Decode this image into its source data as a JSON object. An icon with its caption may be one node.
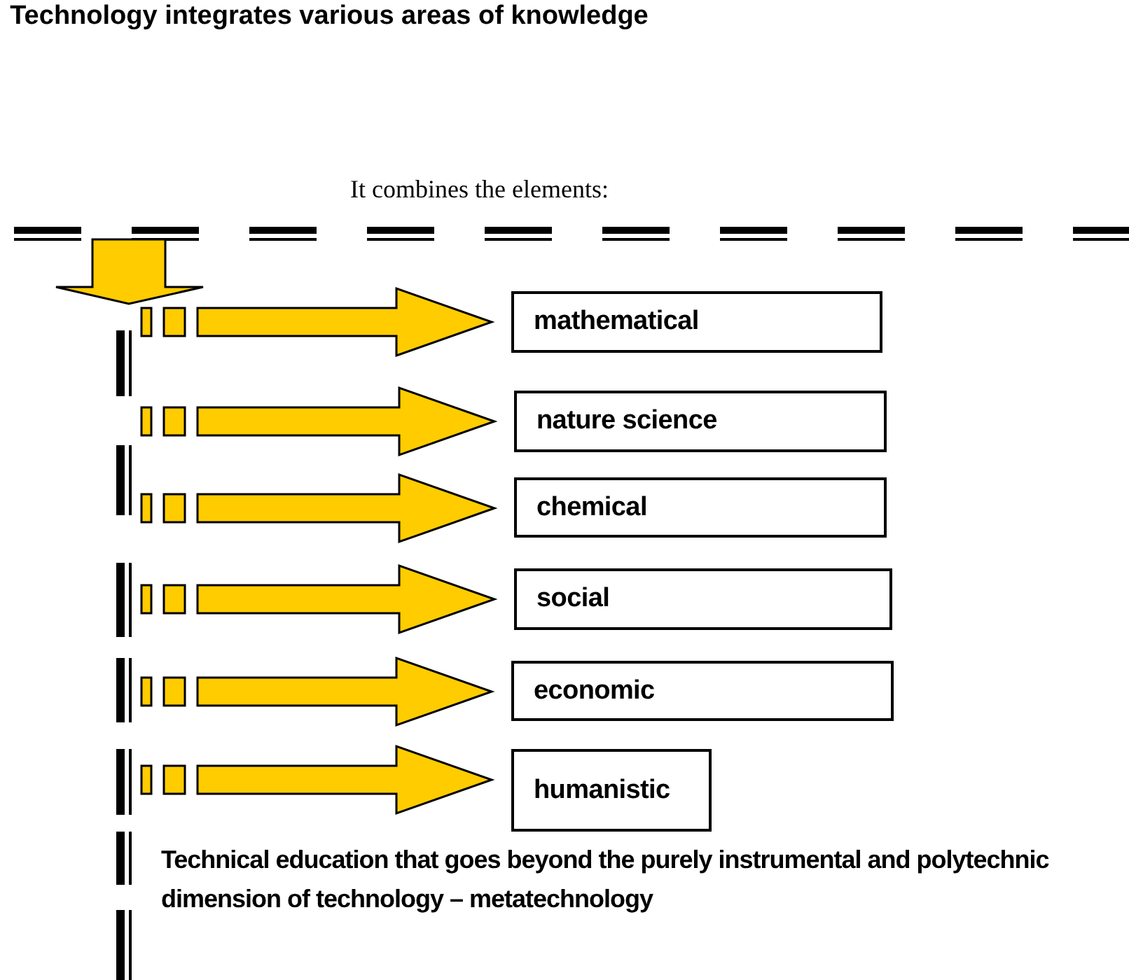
{
  "diagram": {
    "title": "Technology integrates various areas of knowledge",
    "nodes": [
      {
        "text": [
          "mathematical"
        ]
      },
      {
        "text": [
          "nature science"
        ]
      },
      {
        "text": [
          "chemical"
        ]
      },
      {
        "text": [
          "social"
        ]
      },
      {
        "text": [
          "economic"
        ]
      },
      {
        "text": [
          "humanistic"
        ]
      }
    ],
    "edges": [
      {
        "from": null,
        "to": 0,
        "arrow": "to"
      },
      {
        "from": null,
        "to": 1,
        "arrow": "to"
      },
      {
        "from": null,
        "to": 2,
        "arrow": "to"
      },
      {
        "from": null,
        "to": 3,
        "arrow": "to"
      },
      {
        "from": null,
        "to": 4,
        "arrow": "to"
      },
      {
        "from": null,
        "to": 5,
        "arrow": "to"
      }
    ],
    "labels": [
      "It combines the elements:",
      "Technical education that goes beyond the purely instrumental and polytechnic dimension of technology – metatechnology"
    ]
  }
}
